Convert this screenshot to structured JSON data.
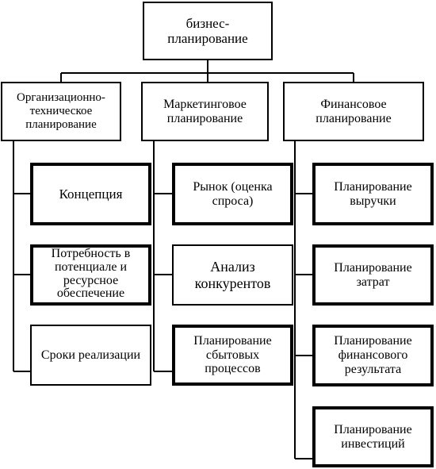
{
  "diagram": {
    "root": "бизнес-\nпланирование",
    "categories": [
      {
        "title": "Организационно-\nтехническое\nпланирование",
        "items": [
          "Концепция",
          "Потребность в\nпотенциале и\nресурсное\nобеспечение",
          "Сроки реализации"
        ]
      },
      {
        "title": "Маркетинговое\nпланирование",
        "items": [
          "Рынок (оценка\nспроса)",
          "Анализ\nконкурентов",
          "Планирование\nсбытовых\nпроцессов"
        ]
      },
      {
        "title": "Финансовое\nпланирование",
        "items": [
          "Планирование\nвыручки",
          "Планирование\nзатрат",
          "Планирование\nфинансового\nрезультата",
          "Планирование\nинвестиций"
        ]
      }
    ]
  }
}
